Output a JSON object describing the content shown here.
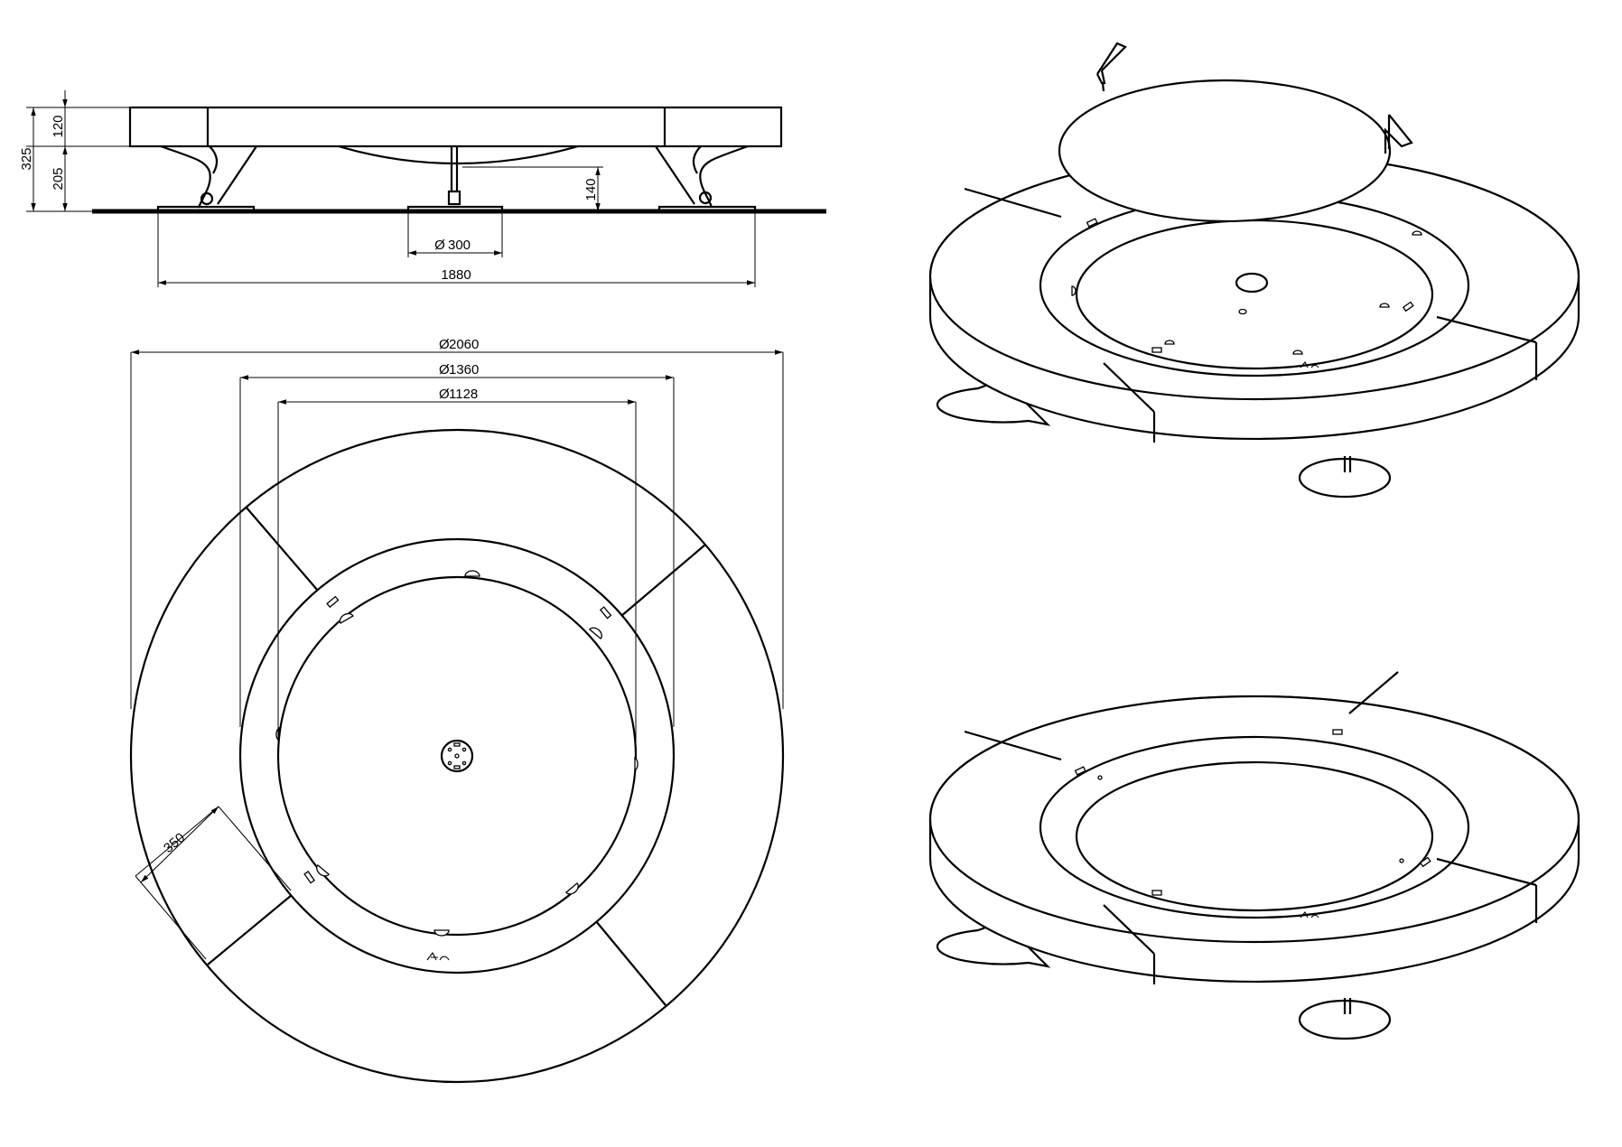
{
  "dimensions": {
    "overall_height": "325",
    "seat_thickness": "120",
    "seat_height": "205",
    "leg_clearance": "140",
    "base_plate_diameter": "300",
    "foot_span": "1880",
    "outer_diameter": "2060",
    "inner_diameter": "1360",
    "table_diameter": "1128",
    "seat_depth": "350"
  },
  "diameter_symbol": "Ø"
}
